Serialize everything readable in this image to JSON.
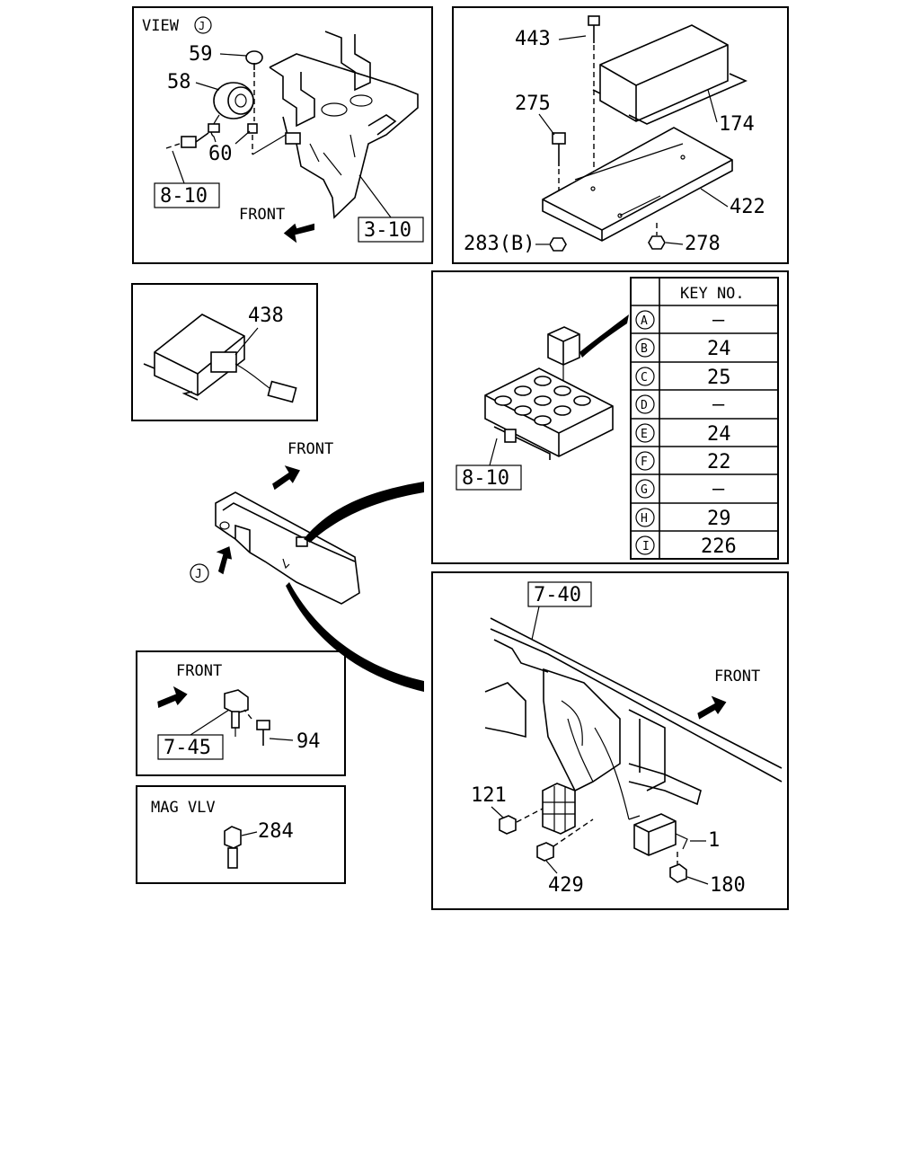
{
  "panel_view_j": {
    "title": "VIEW",
    "circle": "J",
    "parts": [
      "59",
      "58",
      "60"
    ],
    "refs": [
      "8-10",
      "3-10"
    ],
    "front": "FRONT"
  },
  "panel_box": {
    "parts": [
      "443",
      "275",
      "174",
      "422",
      "283(B)",
      "278"
    ]
  },
  "panel_438": {
    "part": "438"
  },
  "panel_relay": {
    "ref": "8-10",
    "table_header": "KEY NO.",
    "rows": [
      {
        "key": "A",
        "value": "–"
      },
      {
        "key": "B",
        "value": "24"
      },
      {
        "key": "C",
        "value": "25"
      },
      {
        "key": "D",
        "value": "–"
      },
      {
        "key": "E",
        "value": "24"
      },
      {
        "key": "F",
        "value": "22"
      },
      {
        "key": "G",
        "value": "–"
      },
      {
        "key": "H",
        "value": "29"
      },
      {
        "key": "I",
        "value": "226"
      }
    ]
  },
  "center": {
    "front": "FRONT",
    "view_circle": "J"
  },
  "panel_94": {
    "front": "FRONT",
    "ref": "7-45",
    "part": "94"
  },
  "panel_mag": {
    "title": "MAG VLV",
    "part": "284"
  },
  "panel_frame": {
    "ref": "7-40",
    "front": "FRONT",
    "parts": [
      "121",
      "429",
      "1",
      "180"
    ]
  }
}
